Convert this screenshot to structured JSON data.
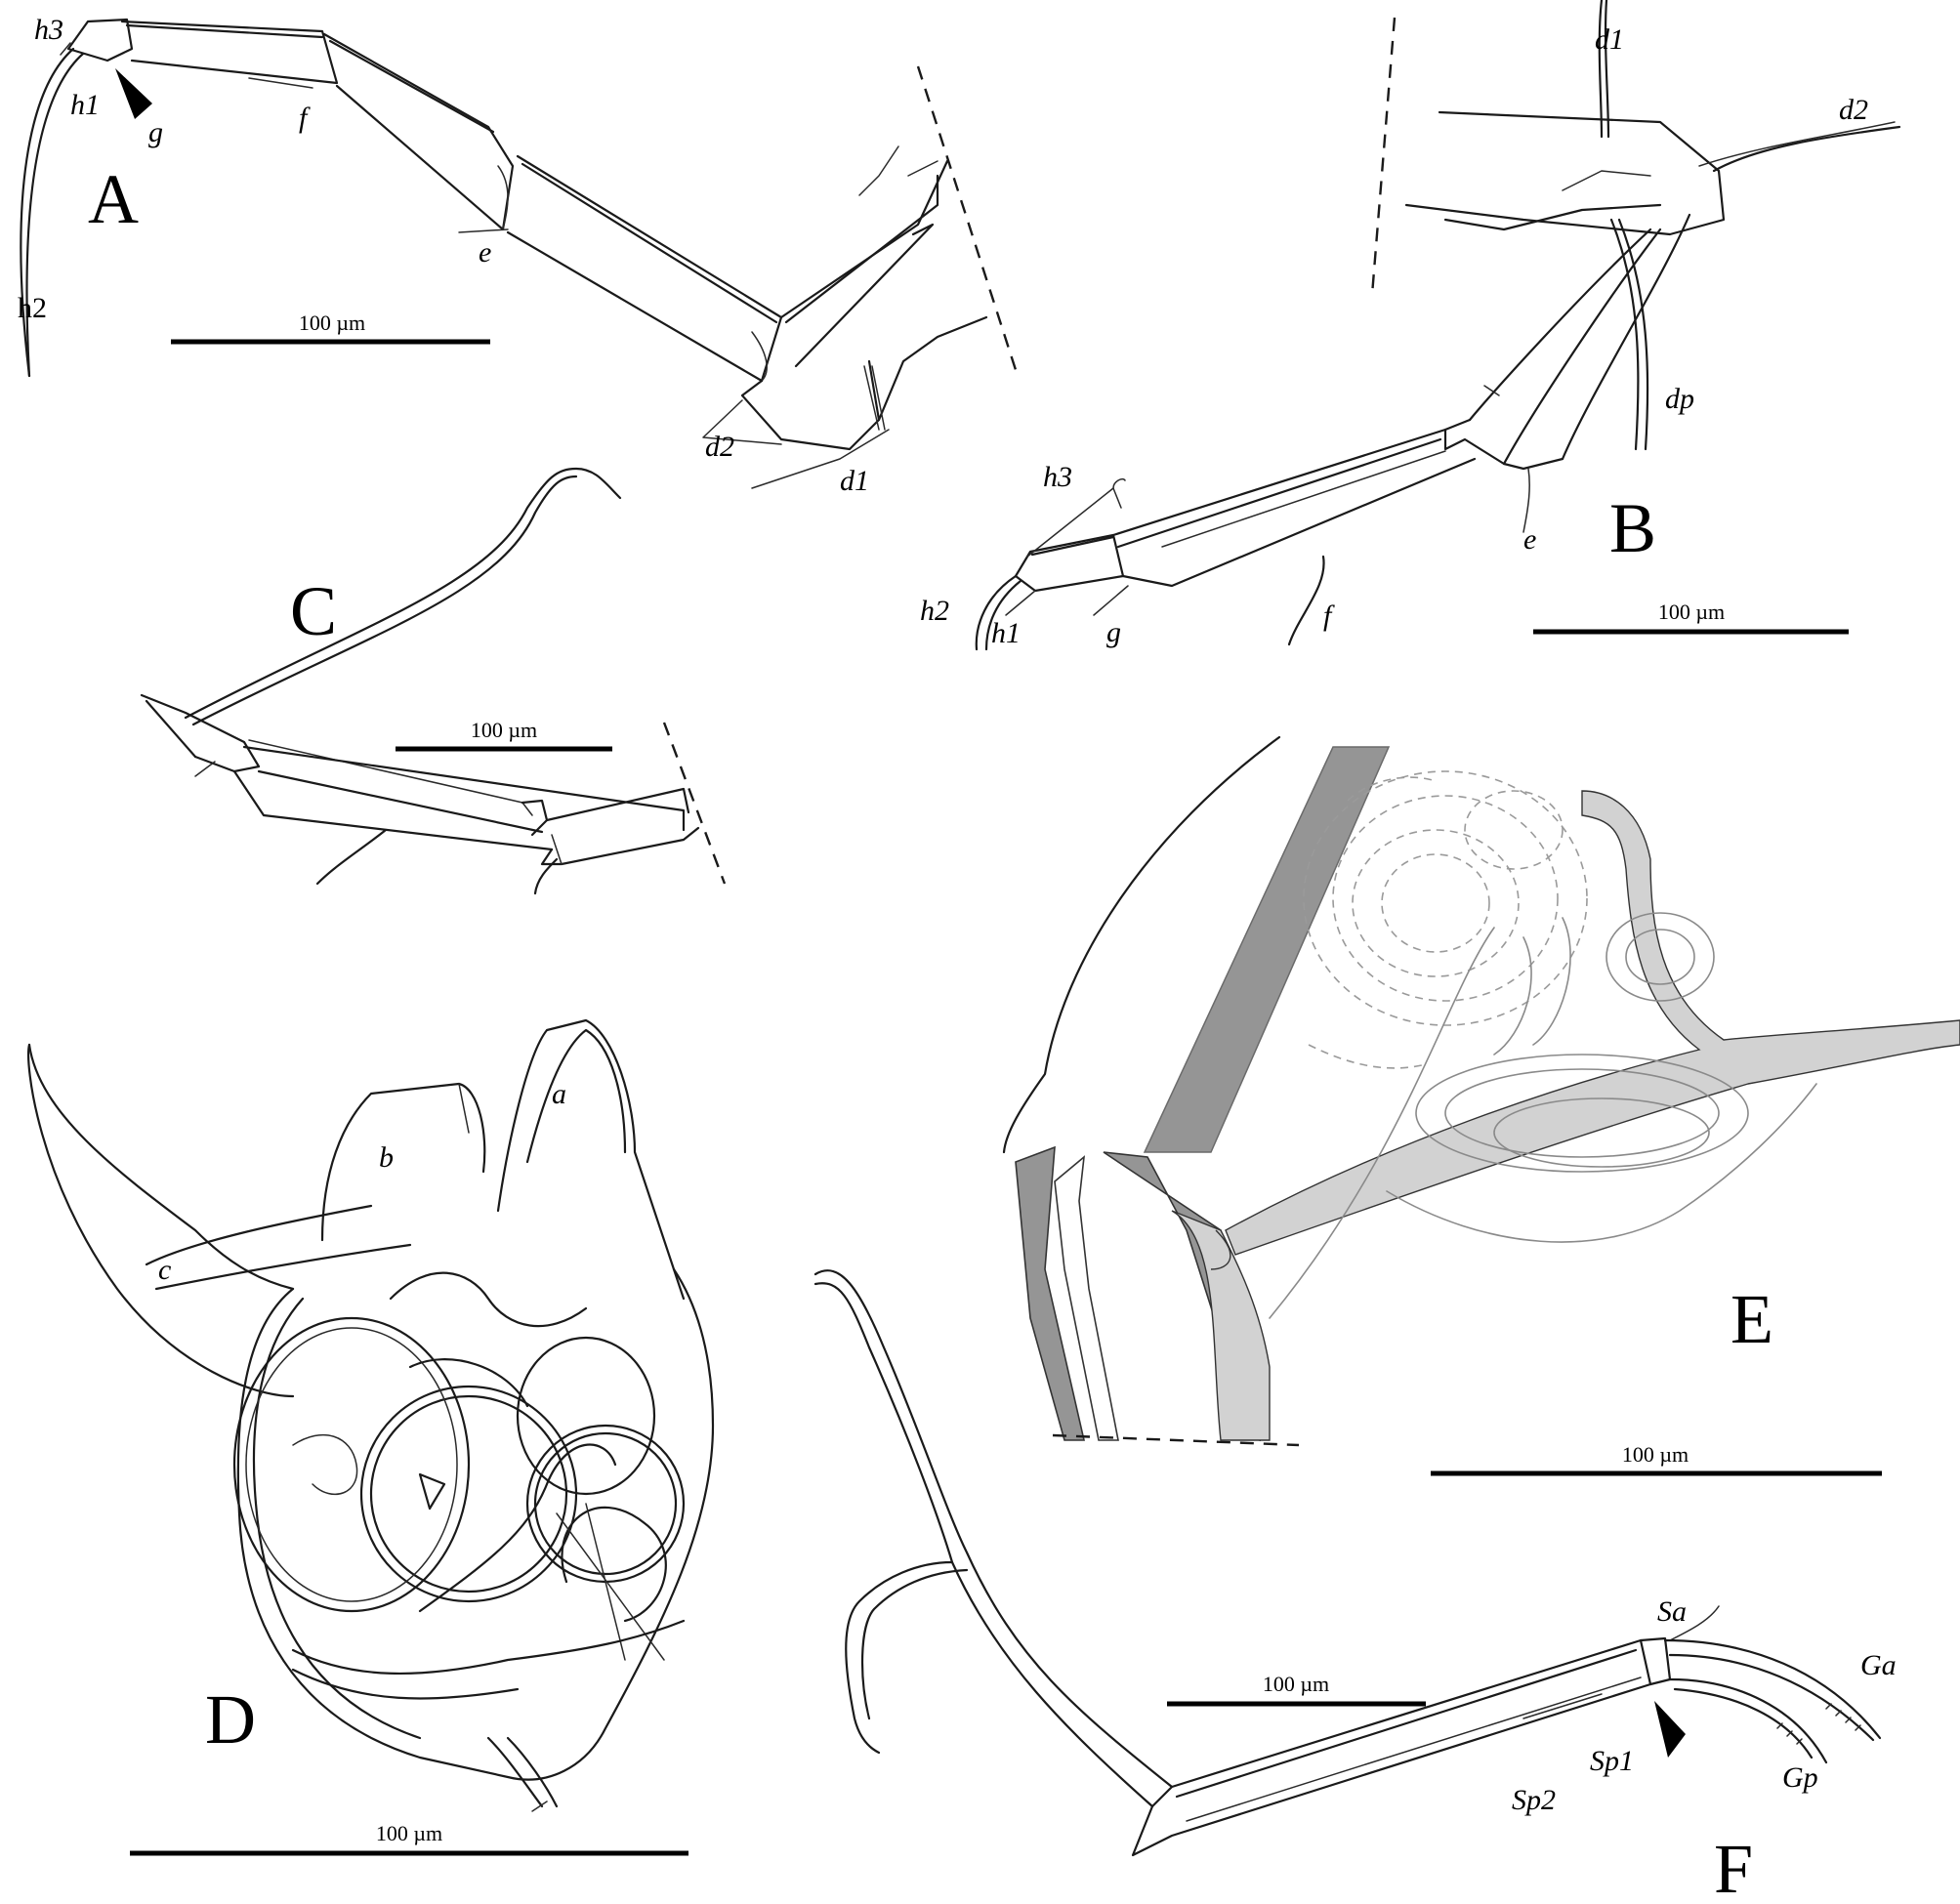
{
  "panels": {
    "A": {
      "letter": "A",
      "scale": "100 µm",
      "labels": {
        "h3": "h3",
        "h1": "h1",
        "g": "g",
        "f": "f",
        "h2": "h2",
        "e": "e",
        "d2": "d2",
        "d1": "d1"
      }
    },
    "B": {
      "letter": "B",
      "scale": "100 µm",
      "labels": {
        "d1": "d1",
        "d2": "d2",
        "dp": "dp",
        "h3": "h3",
        "e": "e",
        "h2": "h2",
        "h1": "h1",
        "g": "g",
        "f": "f"
      }
    },
    "C": {
      "letter": "C",
      "scale": "100 µm"
    },
    "D": {
      "letter": "D",
      "scale": "100 µm",
      "labels": {
        "a": "a",
        "b": "b",
        "c": "c"
      }
    },
    "E": {
      "letter": "E",
      "scale": "100 µm"
    },
    "F": {
      "letter": "F",
      "scale": "100 µm",
      "labels": {
        "Sa": "Sa",
        "Ga": "Ga",
        "Sp1": "Sp1",
        "Gp": "Gp",
        "Sp2": "Sp2"
      }
    }
  },
  "colors": {
    "line": "#1a1a1a",
    "fill_dark": "#959595",
    "fill_light": "#d2d2d2",
    "dashed": "#9a9a9a"
  }
}
